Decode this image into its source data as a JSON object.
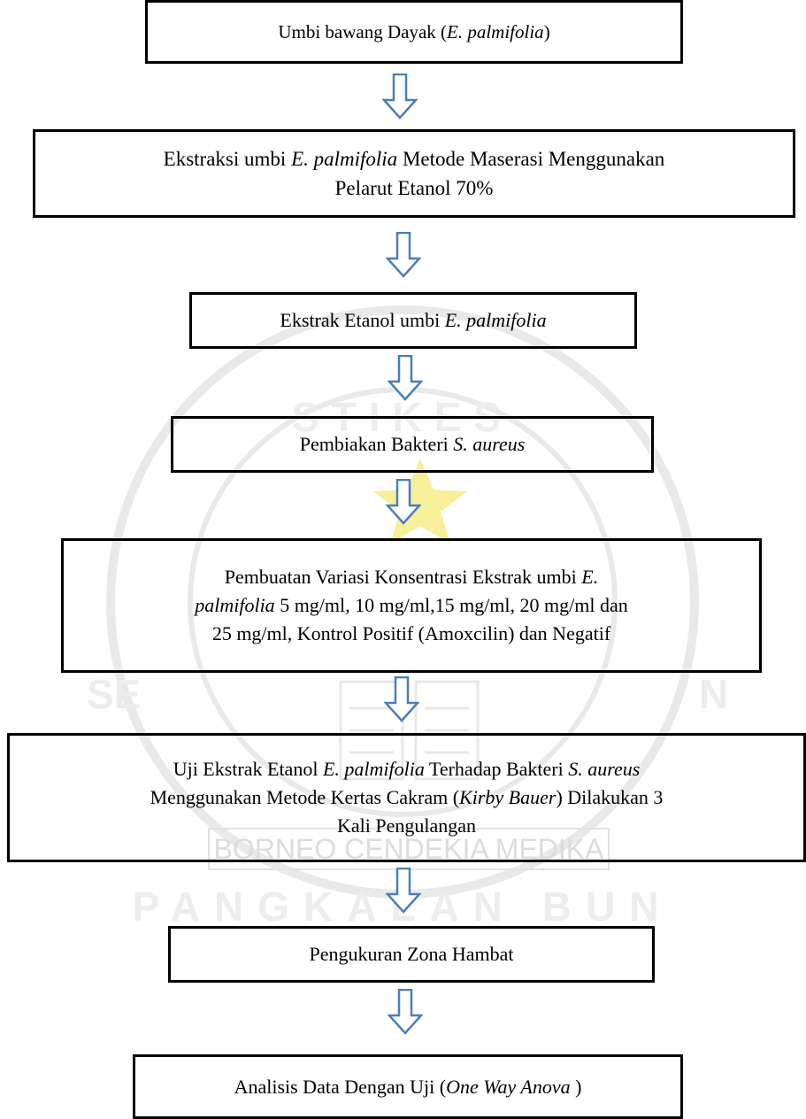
{
  "watermark": {
    "arc_top": "STIKES",
    "left_letters": "SE",
    "right_letters": "N",
    "banner": "BORNEO CENDEKIA MEDIKA",
    "arc_bottom": "PANGKALAN BUN"
  },
  "steps": [
    {
      "id": "umbi",
      "l1a": "Umbi bawang Dayak (",
      "l1b": "E. palmifolia",
      "l1c": ")"
    },
    {
      "id": "ekstraksi",
      "l1a": "Ekstraksi umbi ",
      "l1b": "E. palmifolia",
      "l1c": " Metode Maserasi Menggunakan",
      "l2": "Pelarut Etanol 70%"
    },
    {
      "id": "ekstrak",
      "l1a": "Ekstrak Etanol umbi ",
      "l1b": "E. palmifolia"
    },
    {
      "id": "pembiakan",
      "l1a": "Pembiakan Bakteri ",
      "l1b": "S. aureus"
    },
    {
      "id": "variasi",
      "l1a": "Pembuatan Variasi Konsentrasi Ekstrak umbi ",
      "l1b": "E.",
      "l2a": "palmifolia",
      "l2b": " 5 mg/ml, 10 mg/ml,15 mg/ml, 20 mg/ml dan",
      "l3": "25 mg/ml, Kontrol Positif (Amoxcilin) dan Negatif"
    },
    {
      "id": "uji",
      "l1a": "Uji Ekstrak Etanol ",
      "l1b": "E. palmifolia",
      "l1c": " Terhadap Bakteri ",
      "l1d": "S. aureus",
      "l2a": "Menggunakan Metode Kertas Cakram (",
      "l2b": "Kirby Bauer",
      "l2c": ") Dilakukan 3",
      "l3": "Kali Pengulangan"
    },
    {
      "id": "pengukuran",
      "l1": "Pengukuran Zona Hambat"
    },
    {
      "id": "analisis",
      "l1a": "Analisis  Data Dengan Uji (",
      "l1b": "One Way Anova",
      "l1c": " )"
    }
  ],
  "colors": {
    "arrow": "#4a7ebb",
    "border": "#000000",
    "watermark": "#e6e6e6",
    "star": "#f7ef9a"
  }
}
